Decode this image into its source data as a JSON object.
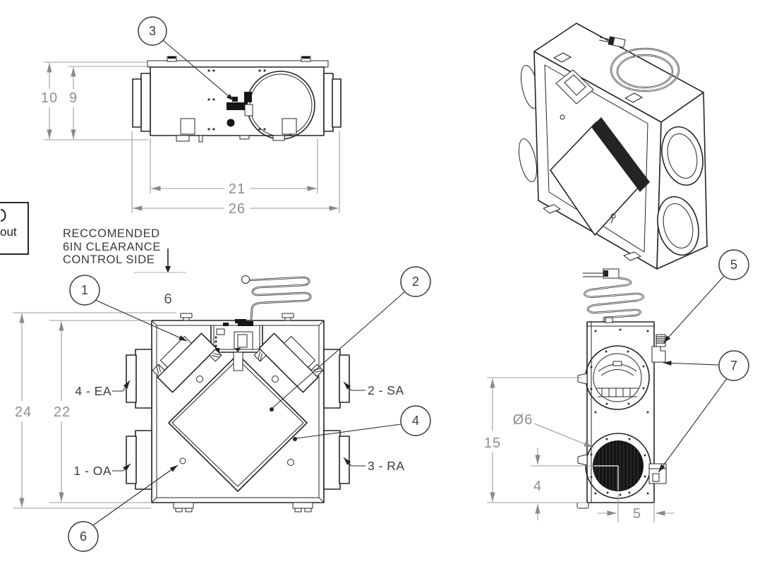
{
  "colors": {
    "line": "#242424",
    "dim": "#9b9b9b",
    "dim_text": "#8f8f8f",
    "label": "#3c3c3c"
  },
  "note_box": {
    "text": "out"
  },
  "clearance_note": {
    "line1": "RECCOMENDED",
    "line2": "6IN CLEARANCE",
    "line3": "CONTROL SIDE"
  },
  "balloons": {
    "b1": "1",
    "b2": "2",
    "b3": "3",
    "b4": "4",
    "b5": "5",
    "b6": "6",
    "b7": "7"
  },
  "top_view": {
    "dim_height_outer": "10",
    "dim_height_inner": "9",
    "dim_width_inner": "21",
    "dim_width_outer": "26"
  },
  "front_view": {
    "dim_height_outer": "24",
    "dim_height_inner": "22",
    "dim_clearance": "6",
    "ports": {
      "top_left": "4 - EA",
      "top_right": "2 - SA",
      "bottom_left": "1 - OA",
      "bottom_right": "3 - RA"
    }
  },
  "side_view": {
    "dim_height": "15",
    "dim_diameter": "Ø6",
    "dim_port_to_bottom": "4",
    "dim_port_to_edge": "5"
  }
}
